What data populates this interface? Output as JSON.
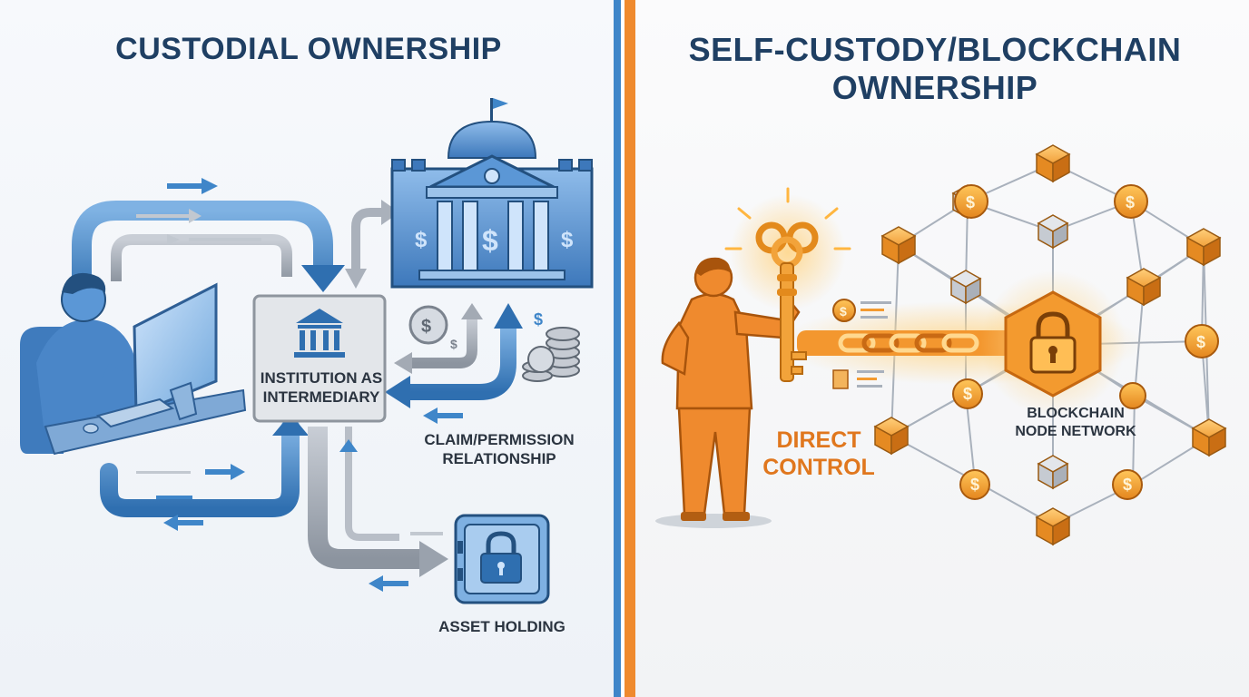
{
  "left_panel": {
    "title": "CUSTODIAL OWNERSHIP",
    "institution_label": "INSTITUTION AS INTERMEDIARY",
    "claim_label": "CLAIM/PERMISSION RELATIONSHIP",
    "asset_label": "ASSET HOLDING",
    "accent_color": "#3f86c9"
  },
  "right_panel": {
    "title": "SELF-CUSTODY/BLOCKCHAIN OWNERSHIP",
    "direct_label": "DIRECT CONTROL",
    "network_label": "BLOCKCHAIN NODE NETWORK",
    "accent_color": "#ef8a2e"
  },
  "icons": [
    "user-at-computer-icon",
    "bank-building-icon",
    "coin-icon",
    "safe-lock-icon",
    "person-icon",
    "golden-key-icon",
    "chain-icon",
    "padlock-hexagon-icon",
    "node-cube-icon"
  ]
}
